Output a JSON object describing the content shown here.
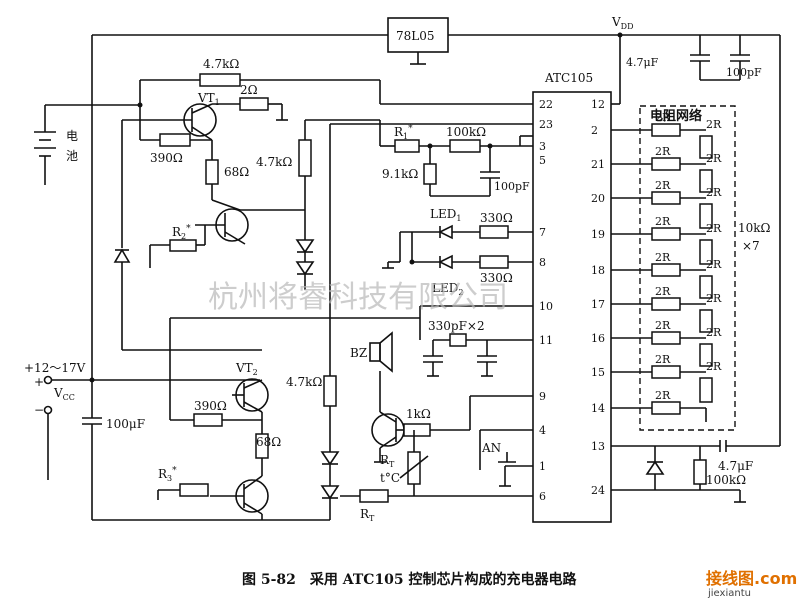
{
  "watermark": "杭州将睿科技有限公司",
  "caption": "图 5-82　采用 ATC105 控制芯片构成的充电器电路",
  "site_logo": {
    "main": "接线图",
    "suffix": ".com",
    "url": "jiexiantu"
  },
  "chip": {
    "name": "ATC105",
    "left_pins": [
      "22",
      "23",
      "3",
      "5",
      "7",
      "8",
      "10",
      "11",
      "9",
      "4",
      "1",
      "6"
    ],
    "right_pins": [
      "12",
      "2",
      "21",
      "20",
      "19",
      "18",
      "17",
      "16",
      "15",
      "14",
      "13",
      "24"
    ]
  },
  "regulator": "78L05",
  "supply": {
    "vdd": "V",
    "vdd_sub": "DD",
    "vcc": "V",
    "vcc_sub": "CC",
    "range": "+12～17V",
    "plus": "+",
    "minus": "−"
  },
  "battery_label": [
    "电",
    "池"
  ],
  "network": {
    "title": "电阻网络",
    "r_label": "2R",
    "note1": "10kΩ",
    "note2": "×7"
  },
  "labels": {
    "r_top": "4.7kΩ",
    "vt1": "VT",
    "vt1_sub": "1",
    "r_2ohm": "2Ω",
    "r_390a": "390Ω",
    "r_68a": "68Ω",
    "r_47k_mid": "4.7kΩ",
    "r2": "R",
    "r2_sub": "2",
    "r2_star": "*",
    "r1": "R",
    "r1_sub": "1",
    "r1_star": "*",
    "r_100k": "100kΩ",
    "r_91k": "9.1kΩ",
    "c_100p_a": "100pF",
    "led1": "LED",
    "led1_sub": "1",
    "led2": "LED",
    "led2_sub": "2",
    "r_330a": "330Ω",
    "r_330b": "330Ω",
    "c_330p": "330pF×2",
    "bz": "BZ",
    "vt2": "VT",
    "vt2_sub": "2",
    "r_47k_low": "4.7kΩ",
    "r_390b": "390Ω",
    "r_68b": "68Ω",
    "c_100u": "100μF",
    "r3": "R",
    "r3_sub": "3",
    "r3_star": "*",
    "r_1k": "1kΩ",
    "an": "AN",
    "rt": "R",
    "rt_sub": "T",
    "tc": "t°C",
    "rt2": "R",
    "rt2_sub": "T",
    "c_47u_top": "4.7μF",
    "c_100p_top": "100pF",
    "c_47u_bot": "4.7μF",
    "r_100k_bot": "100kΩ"
  }
}
